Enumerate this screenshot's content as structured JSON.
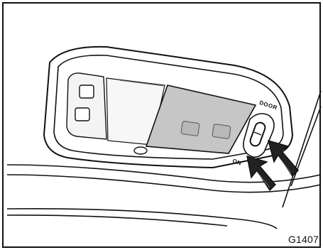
{
  "figure": {
    "code": "G1407",
    "switch_label_door": "DOOR",
    "switch_label_on": "ON"
  }
}
